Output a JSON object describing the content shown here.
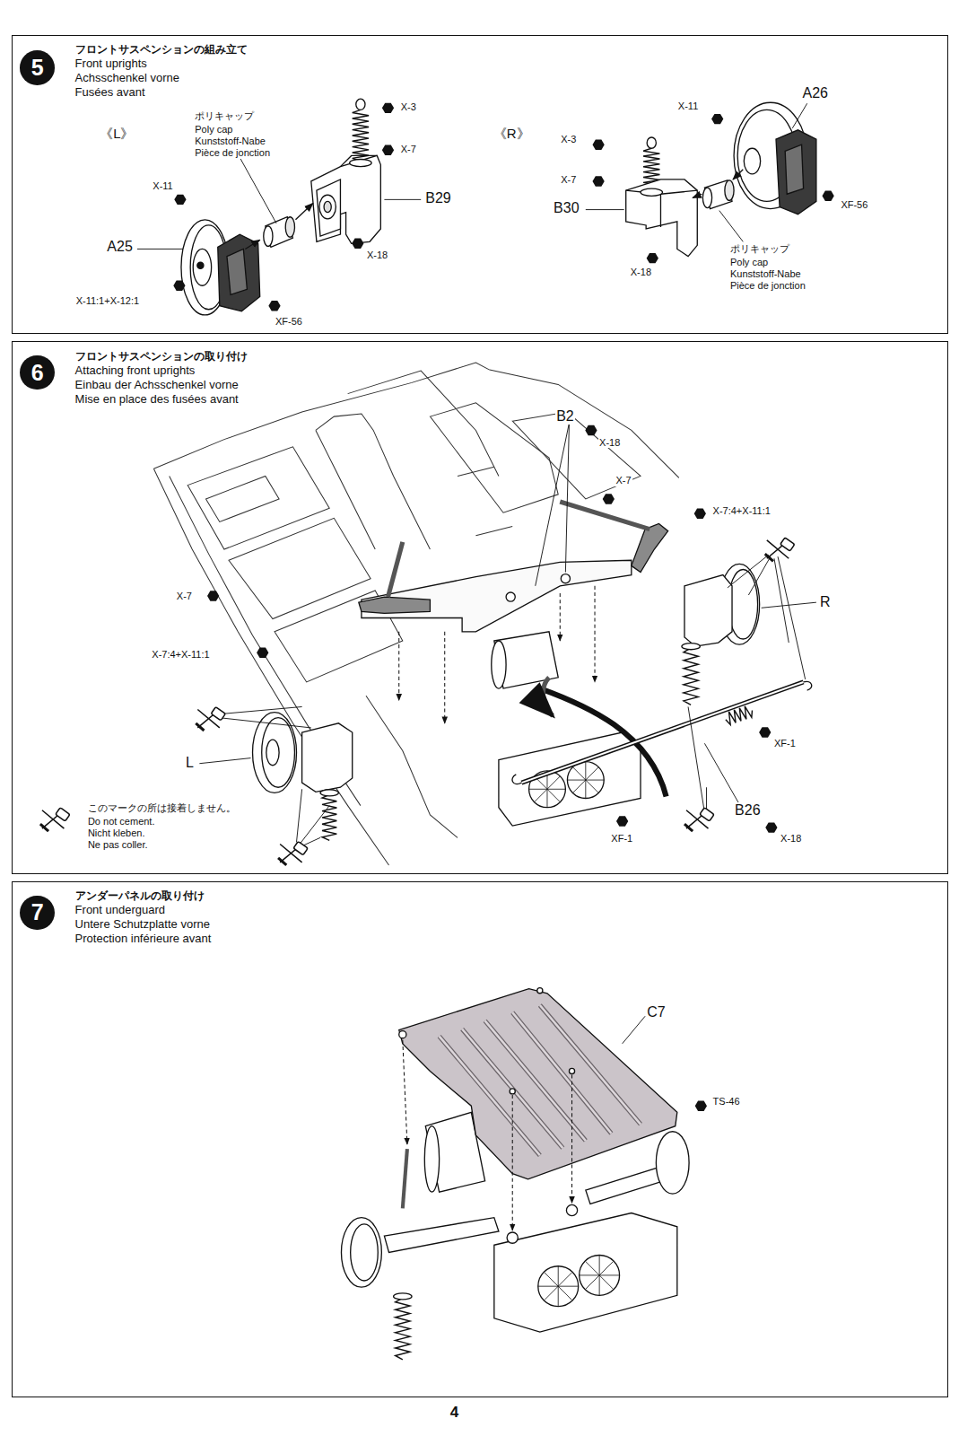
{
  "diagram": {
    "nodes": [
      {
        "text": [
          "フロントサスペンションの組み立て",
          "Front uprights",
          "Achsschenkel vorne",
          "Fusées avant"
        ]
      },
      {
        "text": [
          "5"
        ],
        "in": 0
      },
      {
        "text": [
          "フロントサスペンションの取り付け",
          "Attaching front uprights",
          "Einbau der Achsschenkel vorne",
          "Mise en place des fusées avant"
        ]
      },
      {
        "text": [
          "6"
        ],
        "in": 2
      },
      {
        "text": [
          "アンダーパネルの取り付け",
          "Front underguard",
          "Untere Schutzplatte vorne",
          "Protection inférieure avant"
        ]
      },
      {
        "text": [
          "7"
        ],
        "in": 4
      }
    ],
    "labels": [
      "《L》",
      "ポリキャップ",
      "Poly cap",
      "Kunststoff-Nabe",
      "Pièce de jonction",
      "X-3",
      "X-7",
      "B29",
      "X-11",
      "A25",
      "X-18",
      "X-11:1+X-12:1",
      "XF-56",
      "《R》",
      "X-11",
      "A26",
      "X-3",
      "X-7",
      "B30",
      "XF-56",
      "ポリキャップ",
      "Poly cap",
      "Kunststoff-Nabe",
      "Pièce de jonction",
      "X-18",
      "B2",
      "X-18",
      "X-7",
      "X-7:4+X-11:1",
      "X-7",
      "R",
      "X-7:4+X-11:1",
      "L",
      "XF-1",
      "B26",
      "X-18",
      "XF-1",
      "このマークの所は接着しません。",
      "Do not cement.",
      "Nicht kleben.",
      "Ne pas coller.",
      "C7",
      "TS-46",
      "4"
    ]
  }
}
